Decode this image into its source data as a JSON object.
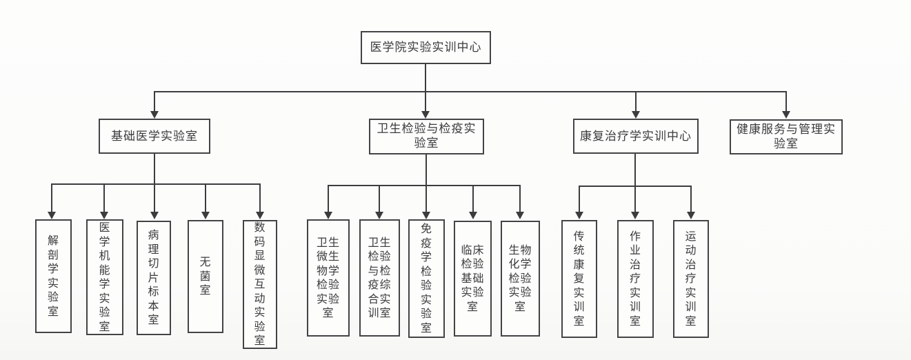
{
  "diagram": {
    "kind": "org-chart",
    "colors": {
      "line": "#3c3c3e",
      "box_border": "#434345",
      "text": "#3a3a3c",
      "background": "#fcfcfb"
    },
    "tree": {
      "root": {
        "name": "医学院实验实训中心",
        "label": "医学院实验实训中心"
      },
      "groups": [
        {
          "name": "基础医学实验室",
          "label": "基础医学实验室",
          "children": [
            {
              "name": "解剖学实验室",
              "label": "解\n剖\n学\n实\n验\n室"
            },
            {
              "name": "医学机能学实验室",
              "label": "医\n学\n机\n能\n学\n实\n验\n室"
            },
            {
              "name": "病理切片标本室",
              "label": "病\n理\n切\n片\n标\n本\n室"
            },
            {
              "name": "无菌室",
              "label": "无\n菌\n室"
            },
            {
              "name": "数码显微互动实验室",
              "label": "数\n码\n显\n微\n互\n动\n实\n验\n室"
            }
          ]
        },
        {
          "name": "卫生检验与检疫实验室",
          "label": "卫生检验与检疫实\n验室",
          "children": [
            {
              "name": "卫生微生物学检验实验室",
              "label": "卫生\n微生\n物学\n检验\n实验\n室"
            },
            {
              "name": "卫生检验与检疫综合实训室",
              "label": "卫生\n检验\n与检\n疫综\n合实\n训室"
            },
            {
              "name": "免疫学检验实验室",
              "label": "免\n疫\n学\n检\n验\n实\n验\n室"
            },
            {
              "name": "临床检验基础实验室",
              "label": "临床\n检验\n基础\n实验\n室"
            },
            {
              "name": "生物化学检验实验室",
              "label": "生物\n化学\n检验\n实验\n室"
            }
          ]
        },
        {
          "name": "康复治疗学实训中心",
          "label": "康复治疗学实训中心",
          "children": [
            {
              "name": "传统康复实训室",
              "label": "传\n统\n康\n复\n实\n训\n室"
            },
            {
              "name": "作业治疗实训室",
              "label": "作\n业\n治\n疗\n实\n训\n室"
            },
            {
              "name": "运动治疗实训室",
              "label": "运\n动\n治\n疗\n实\n训\n室"
            }
          ]
        },
        {
          "name": "健康服务与管理实验室",
          "label": "健康服务与管理实\n验室",
          "children": []
        }
      ]
    }
  }
}
